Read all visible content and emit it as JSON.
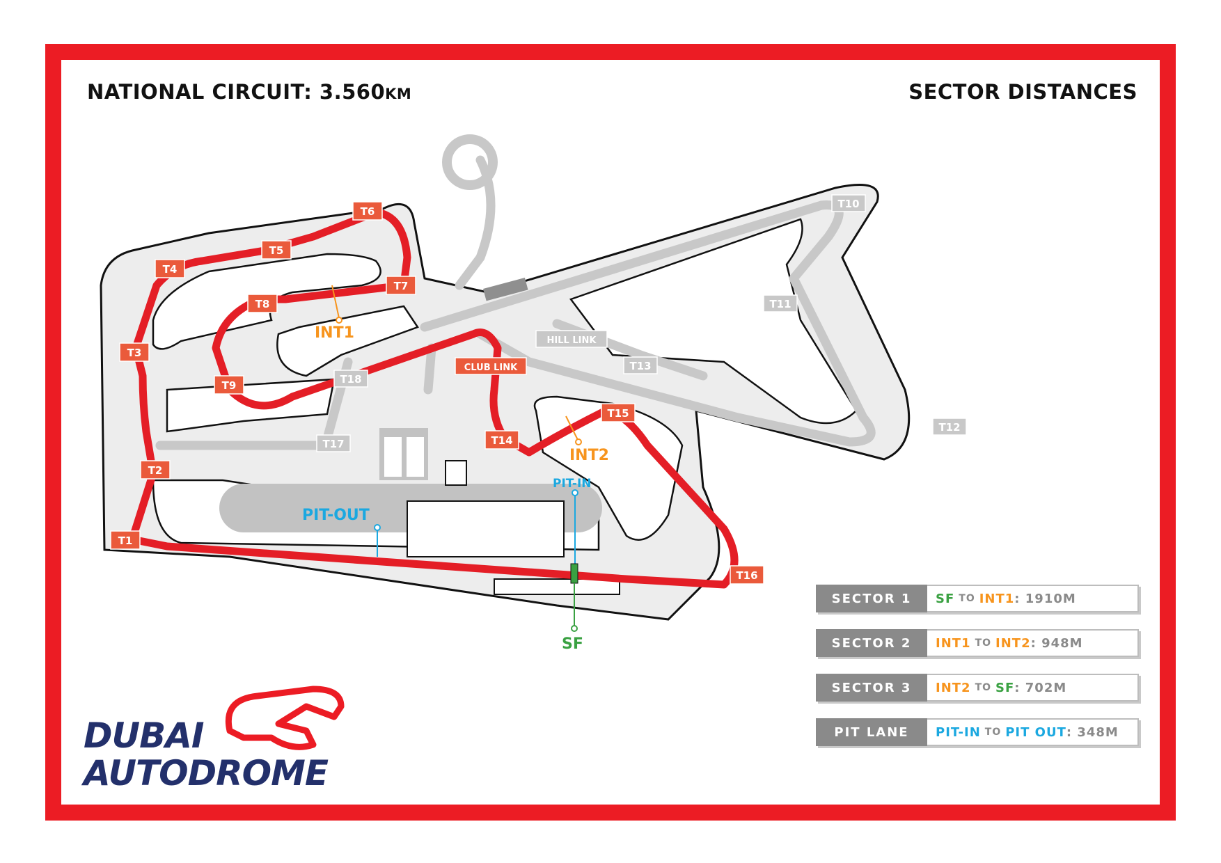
{
  "header": {
    "title_prefix": "NATIONAL CIRCUIT: 3.560",
    "title_unit": "KM",
    "sector_heading": "SECTOR DISTANCES"
  },
  "turns": {
    "t1": "T1",
    "t2": "T2",
    "t3": "T3",
    "t4": "T4",
    "t5": "T5",
    "t6": "T6",
    "t7": "T7",
    "t8": "T8",
    "t9": "T9",
    "t10": "T10",
    "t11": "T11",
    "t12": "T12",
    "t13": "T13",
    "t14": "T14",
    "t15": "T15",
    "t16": "T16",
    "t17": "T17",
    "t18": "T18"
  },
  "links": {
    "club": "CLUB LINK",
    "hill": "HILL LINK"
  },
  "markers": {
    "int1": "INT1",
    "int2": "INT2",
    "pit_in": "PIT-IN",
    "pit_out": "PIT-OUT",
    "sf": "SF"
  },
  "legend": [
    {
      "label": "SECTOR 1",
      "from": "SF",
      "to_word": "TO",
      "to": "INT1",
      "sep": ":",
      "dist": "1910M"
    },
    {
      "label": "SECTOR 2",
      "from": "INT1",
      "to_word": "TO",
      "to": "INT2",
      "sep": ":",
      "dist": "948M"
    },
    {
      "label": "SECTOR 3",
      "from": "INT2",
      "to_word": "TO",
      "to": "SF",
      "sep": ":",
      "dist": "702M"
    },
    {
      "label": "PIT LANE",
      "from": "PIT-IN",
      "to_word": "TO",
      "to": "PIT OUT",
      "sep": ":",
      "dist": "348M"
    }
  ],
  "logo": {
    "line1": "DUBAI",
    "line2": "AUTODROME"
  },
  "colors": {
    "frame_red": "#ec1c24",
    "track_red": "#e41e26",
    "sector_orange": "#f7941d",
    "sf_green": "#3aa142",
    "pit_blue": "#1ba8e0",
    "logo_navy": "#23306b",
    "legend_gray": "#8a8a8a"
  }
}
